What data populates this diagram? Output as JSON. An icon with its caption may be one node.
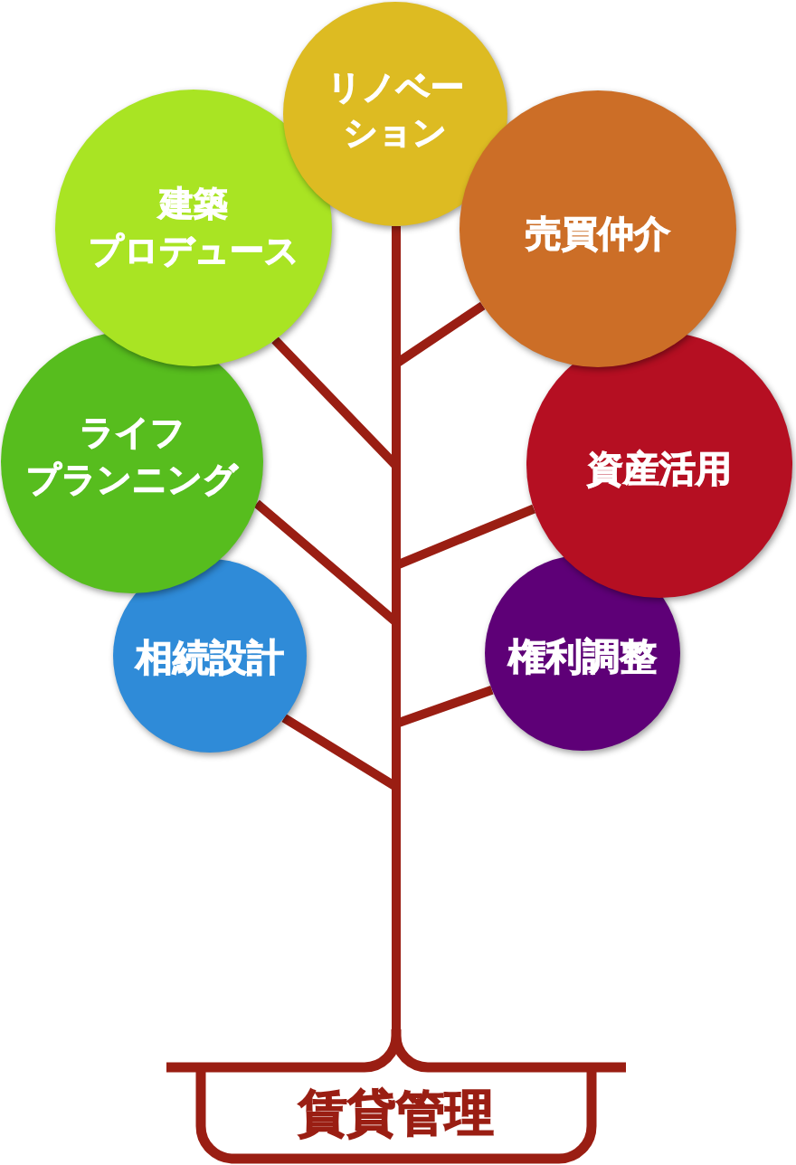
{
  "diagram": {
    "nodes": [
      {
        "text": [
          "リノベーション"
        ]
      },
      {
        "text": [
          "建築プロデュース"
        ]
      },
      {
        "text": [
          "売買仲介"
        ]
      },
      {
        "text": [
          "ライフプランニング"
        ]
      },
      {
        "text": [
          "資産活用"
        ]
      },
      {
        "text": [
          "相続設計"
        ]
      },
      {
        "text": [
          "権利調整"
        ]
      },
      {
        "text": [
          "賃貸管理"
        ]
      }
    ],
    "edges": [
      {
        "from": 7,
        "to": 0,
        "arrow": "none"
      },
      {
        "from": 7,
        "to": 1,
        "arrow": "none"
      },
      {
        "from": 7,
        "to": 2,
        "arrow": "none"
      },
      {
        "from": 7,
        "to": 3,
        "arrow": "none"
      },
      {
        "from": 7,
        "to": 4,
        "arrow": "none"
      },
      {
        "from": 7,
        "to": 5,
        "arrow": "none"
      },
      {
        "from": 7,
        "to": 6,
        "arrow": "none"
      }
    ]
  }
}
